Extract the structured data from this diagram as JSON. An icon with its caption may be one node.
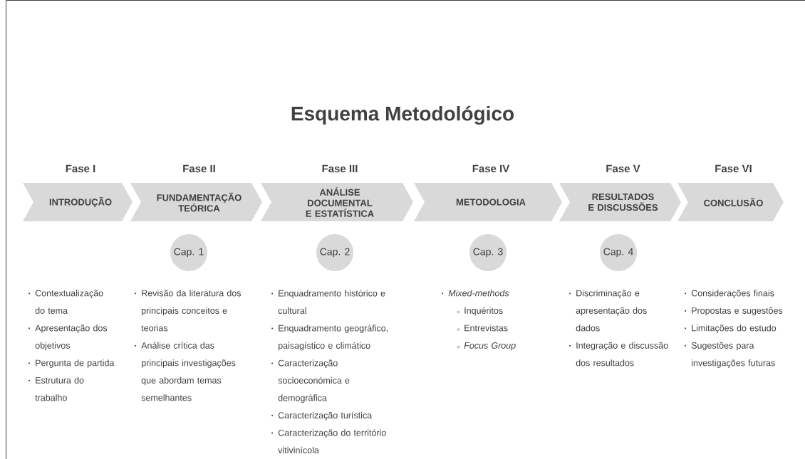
{
  "diagram": {
    "title": "Esquema Metodológico",
    "nodes": [
      {
        "text": [
          "Fase I",
          "INTRODUÇÃO"
        ]
      },
      {
        "text": [
          "Fase II",
          "FUNDAMENTAÇÃO TEÓRICA"
        ]
      },
      {
        "text": [
          "Fase III",
          "ANÁLISE DOCUMENTAL E ESTATÍSTICA"
        ]
      },
      {
        "text": [
          "Fase IV",
          "METODOLOGIA"
        ]
      },
      {
        "text": [
          "Fase V",
          "RESULTADOS E DISCUSSÕES"
        ]
      },
      {
        "text": [
          "Fase VI",
          "CONCLUSÃO"
        ]
      },
      {
        "text": [
          "Cap. 1"
        ]
      },
      {
        "text": [
          "Cap. 2"
        ]
      },
      {
        "text": [
          "Cap. 3"
        ]
      },
      {
        "text": [
          "Cap. 4"
        ]
      }
    ],
    "labels": [
      "Contextualização do tema",
      "Apresentação dos objetivos",
      "Pergunta de partida",
      "Estrutura do trabalho",
      "Revisão da literatura dos principais conceitos e teorias",
      "Análise crítica das principais investigações que abordam temas semelhantes",
      "Enquadramento histórico e cultural",
      "Enquadramento geográfico, paisagístico e climático",
      "Caracterização socioeconómica e demográfica",
      "Caracterização turística",
      "Caracterização do território vitivinícola",
      "Mixed-methods",
      "Inquéritos",
      "Entrevistas",
      "Focus Group",
      "Discriminação e apresentação dos dados",
      "Integração e discussão dos resultados",
      "Considerações finais",
      "Propostas e sugestões",
      "Limitações do estudo",
      "Sugestões para investigações futuras"
    ]
  }
}
